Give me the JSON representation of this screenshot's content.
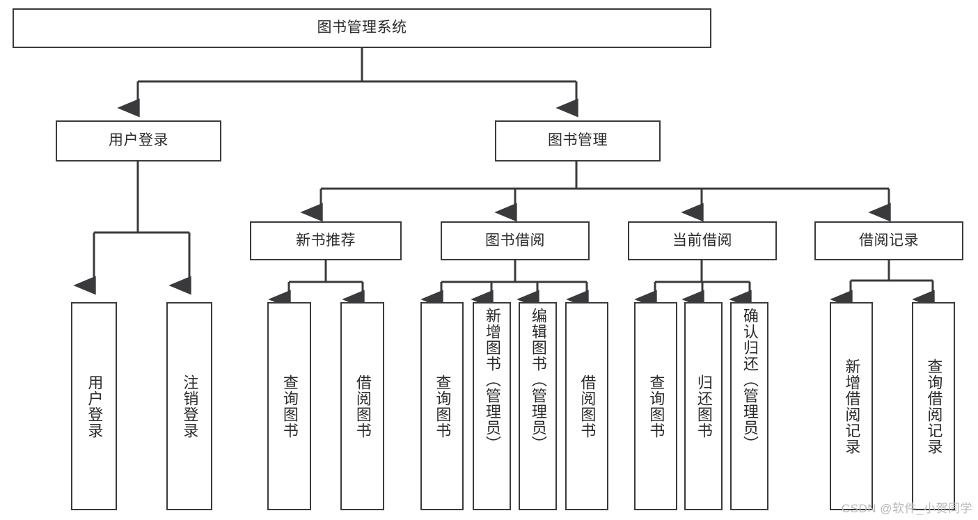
{
  "diagram": {
    "title": "图书管理系统",
    "type": "tree-hierarchy-chart",
    "colors": {
      "background": "#ffffff",
      "stroke": "#3a3a3c",
      "text": "#2b2b2b",
      "watermark": "#b9b9bd"
    },
    "root": {
      "label": "图书管理系统"
    },
    "level2": [
      {
        "label": "用户登录"
      },
      {
        "label": "图书管理"
      }
    ],
    "level3": [
      {
        "label": "新书推荐"
      },
      {
        "label": "图书借阅"
      },
      {
        "label": "当前借阅"
      },
      {
        "label": "借阅记录"
      }
    ],
    "leaves": {
      "user_login": [
        {
          "label": "用户登录"
        },
        {
          "label": "注销登录"
        }
      ],
      "new_book_recommend": [
        {
          "label": "查询图书"
        },
        {
          "label": "借阅图书"
        }
      ],
      "book_borrow": [
        {
          "label": "查询图书"
        },
        {
          "label": "新增图书（管理员）"
        },
        {
          "label": "编辑图书（管理员）"
        },
        {
          "label": "借阅图书"
        }
      ],
      "current_borrow": [
        {
          "label": "查询图书"
        },
        {
          "label": "归还图书"
        },
        {
          "label": "确认归还（管理员）"
        }
      ],
      "borrow_record": [
        {
          "label": "新增借阅记录"
        },
        {
          "label": "查询借阅记录"
        }
      ]
    },
    "watermark": "CSDN @软件_小贺同学"
  }
}
